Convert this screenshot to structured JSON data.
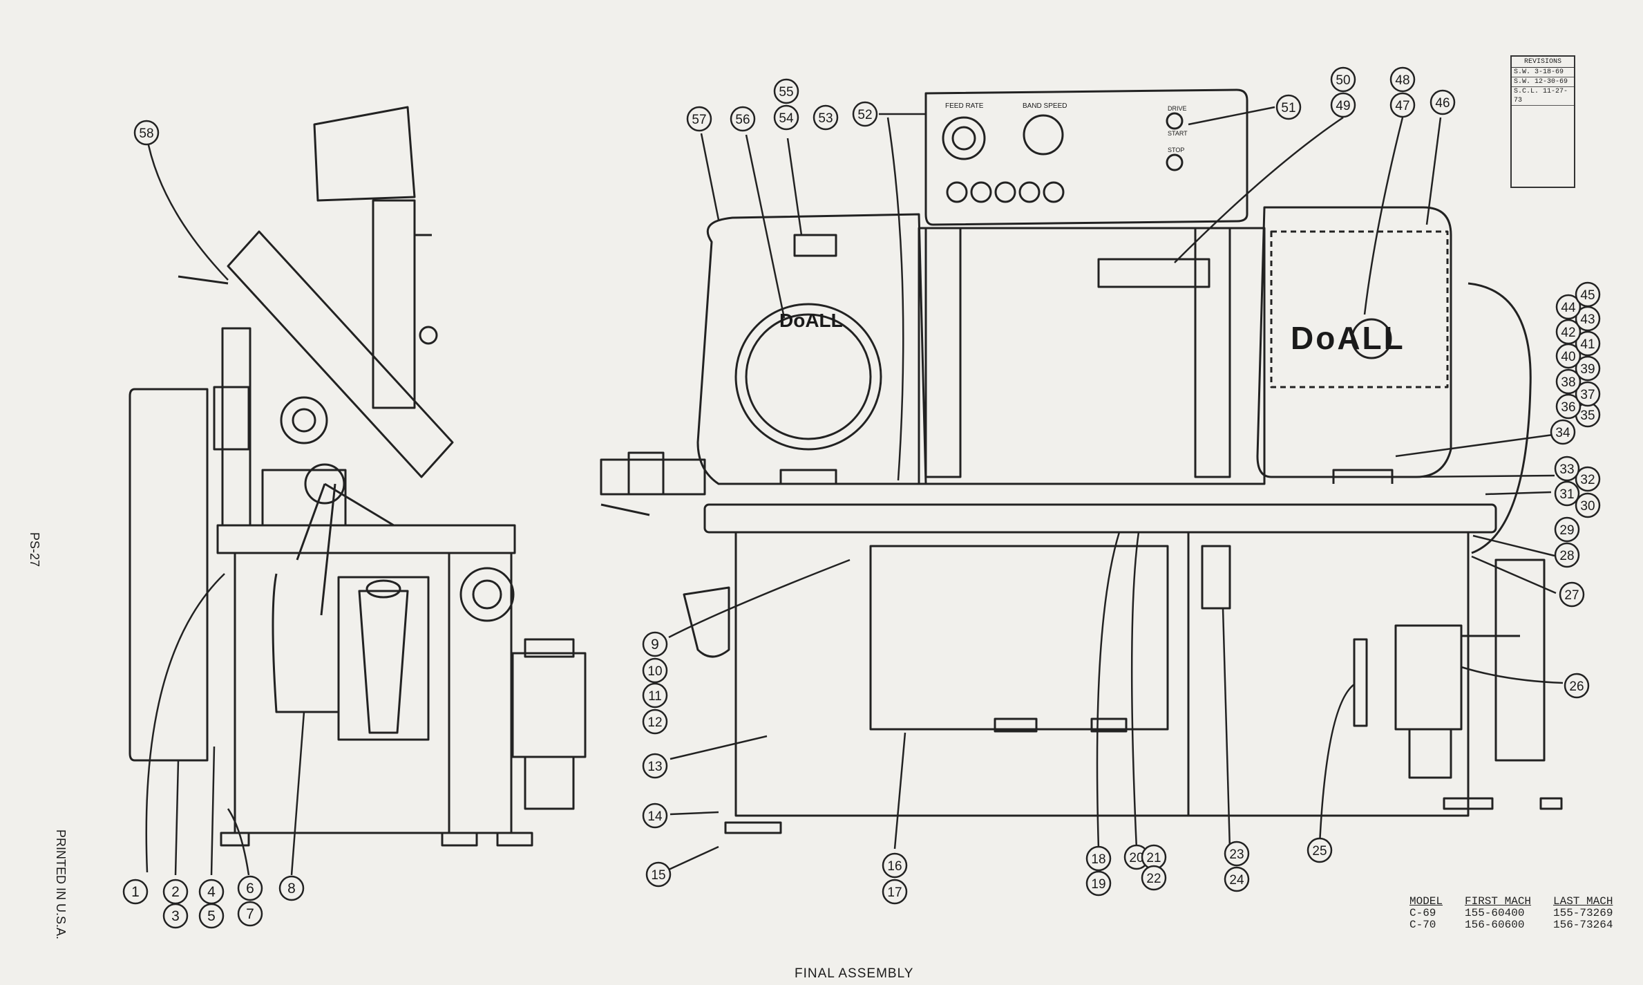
{
  "title": "FINAL ASSEMBLY",
  "margin_text": {
    "form_code": "PS-27",
    "printed": "PRINTED IN U.S.A."
  },
  "brand": {
    "panel": "DoALL",
    "side": "DoALL"
  },
  "control_panel": {
    "feed_rate": "FEED RATE",
    "band_speed": "BAND SPEED",
    "drive": "DRIVE",
    "start": "START",
    "stop": "STOP"
  },
  "revisions": {
    "title": "REVISIONS",
    "rows": [
      "S.W. 3-18-69",
      "S.W. 12-30-69",
      "S.C.L. 11-27-73"
    ]
  },
  "models": {
    "headers": [
      "MODEL",
      "FIRST MACH",
      "LAST MACH"
    ],
    "rows": [
      [
        "C-69",
        "155-60400",
        "155-73269"
      ],
      [
        "C-70",
        "156-60600",
        "156-73264"
      ]
    ]
  },
  "callouts": [
    "1",
    "2",
    "3",
    "4",
    "5",
    "6",
    "7",
    "8",
    "9",
    "10",
    "11",
    "12",
    "13",
    "14",
    "15",
    "16",
    "17",
    "18",
    "19",
    "20",
    "21",
    "22",
    "23",
    "24",
    "25",
    "26",
    "27",
    "28",
    "29",
    "30",
    "31",
    "32",
    "33",
    "34",
    "35",
    "36",
    "37",
    "38",
    "39",
    "40",
    "41",
    "42",
    "43",
    "44",
    "45",
    "46",
    "47",
    "48",
    "49",
    "50",
    "51",
    "52",
    "53",
    "54",
    "55",
    "56",
    "57",
    "58"
  ],
  "colors": {
    "paper": "#f1f0ec",
    "ink": "#1c1c1c"
  }
}
